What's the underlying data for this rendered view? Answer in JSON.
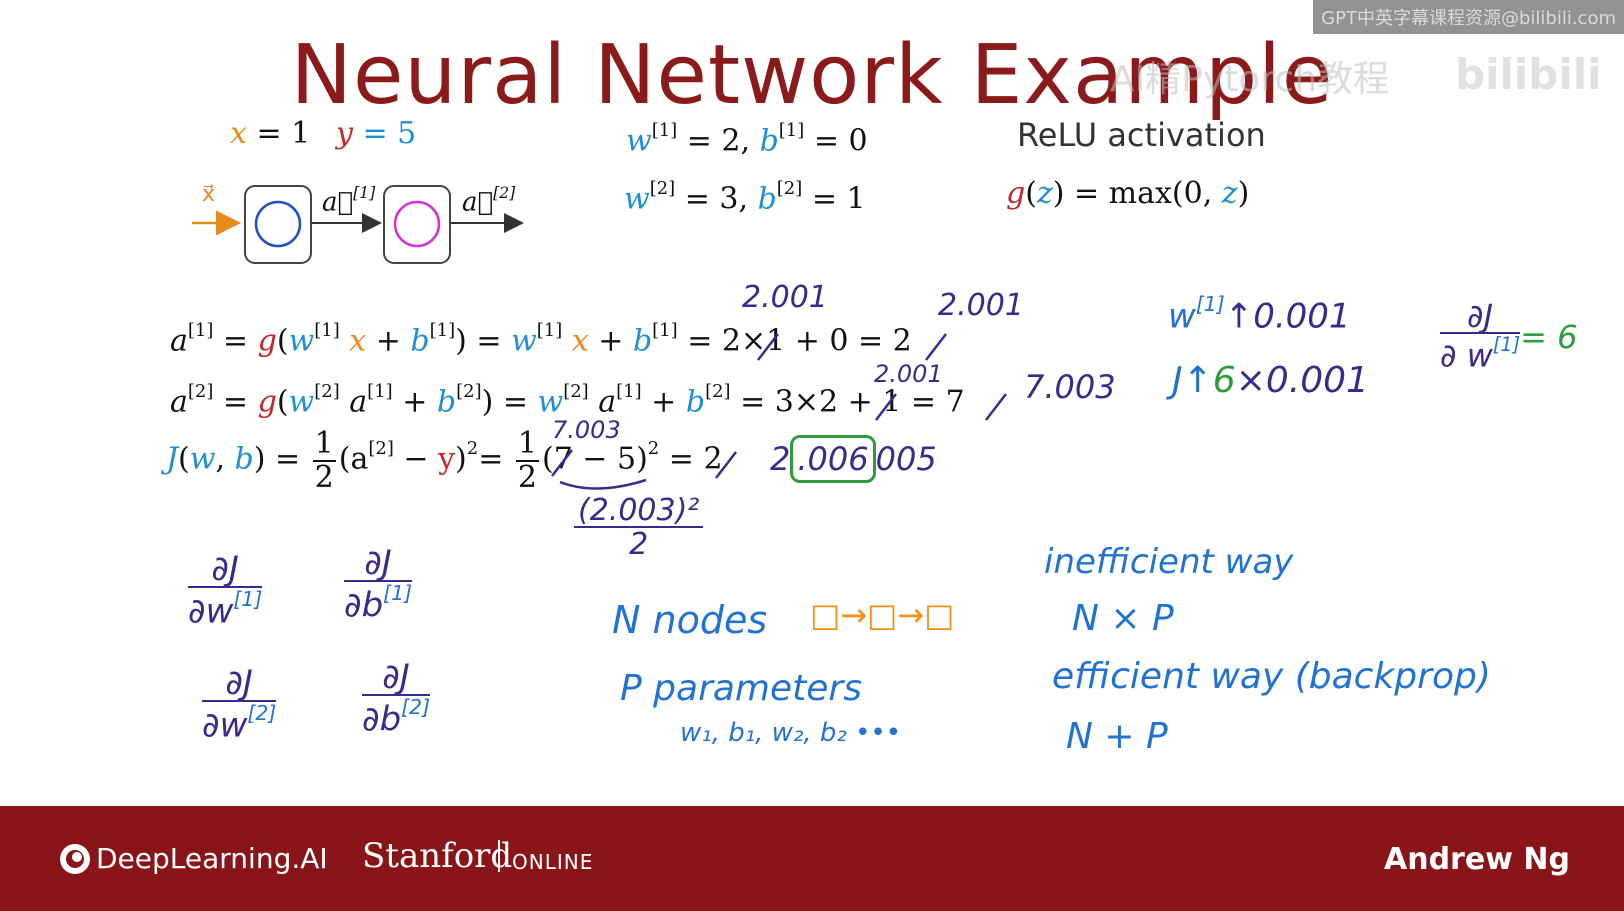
{
  "slide": {
    "title": "Neural Network Example",
    "watermark": "GPT中英字幕课程资源@bilibili.com",
    "watermark2": "AI精Pytorch教程",
    "watermark3": "bilibili"
  },
  "header_eqs": {
    "x_var": "x",
    "x_val": " = 1",
    "y_var": "y",
    "y_val": " = 5",
    "w1_sym": "w",
    "w1_sup": "[1]",
    "w1_eq": " = 2, ",
    "b1_sym": "b",
    "b1_sup": "[1]",
    "b1_eq": " = 0",
    "w2_sym": "w",
    "w2_sup": "[2]",
    "w2_eq": " = 3, ",
    "b2_sym": "b",
    "b2_sup": "[2]",
    "b2_eq": " = 1",
    "relu_label": "ReLU activation",
    "relu_g": "g",
    "relu_rest_open": "(",
    "relu_z": "z",
    "relu_mid": ") = max(0, ",
    "relu_z2": "z",
    "relu_close": ")"
  },
  "diagram": {
    "input_label": "x⃗",
    "a1_label": "a⃗",
    "a1_sup": "[1]",
    "a2_label": "a⃗",
    "a2_sup": "[2]",
    "colors": {
      "node1": "#1f4fc8",
      "node2": "#d633d1",
      "arrow_in": "#e8891c"
    }
  },
  "equations": {
    "l1": {
      "a": "a",
      "a_sup": "[1]",
      "eq": " = ",
      "g": "g",
      "open": "(",
      "w": "w",
      "w_sup": "[1]",
      "x": " x",
      "plus": " + ",
      "b": "b",
      "b_sup": "[1]",
      "close": ") = ",
      "w2": "w",
      "w2_sup": "[1]",
      "x2": " x",
      "plus2": " + ",
      "b2": "b",
      "b2_sup": "[1]",
      "tail": " = 2×1 + 0 = 2"
    },
    "l2": {
      "a": "a",
      "a_sup": "[2]",
      "eq": " = ",
      "g": "g",
      "open": "(",
      "w": "w",
      "w_sup": "[2]",
      "a1": " a",
      "a1_sup": "[1]",
      "plus": " + ",
      "b": "b",
      "b_sup": "[2]",
      "close": ") = ",
      "w2": "w",
      "w2_sup": "[2]",
      "a2": " a",
      "a2_sup": "[1]",
      "plus2": " + ",
      "b2": "b",
      "b2_sup": "[2]",
      "tail": " =  3×2 + 1 = 7"
    },
    "l3": {
      "J": "J",
      "args_open": "(",
      "w": "w",
      "comma": ", ",
      "b": "b",
      "args_close": ")",
      "eq": " = ",
      "frac_num": "1",
      "frac_den": "2",
      "paren": "(a",
      "paren_sup": "[2]",
      "minus": " − ",
      "y": "y",
      "sq": ")",
      "sq_sup": "2",
      "eq2": "= ",
      "frac2_num": "1",
      "frac2_den": "2",
      "expr": "(7 − 5)",
      "expr_sup": "2",
      "tail": " = 2"
    }
  },
  "handwritten": {
    "above_l1_a": "2.001",
    "above_l1_b": "2.001",
    "above_l2": "2.001",
    "right_l2": "7.003",
    "above_l3": "7.003",
    "result_l3_a": "2",
    "result_l3_boxed": ".006",
    "result_l3_b": "005",
    "below_frac_num": "(2.003)²",
    "below_frac_den": "2",
    "w_up": "w",
    "w_up_sup": "[1]",
    "w_up_arrow": "↑",
    "w_up_val": "0.001",
    "j_up": "J↑",
    "j_up_six": "6",
    "j_up_rest": "×0.001",
    "deriv_num": "∂J",
    "deriv_den": "∂ w",
    "deriv_den_sup": "[1]",
    "deriv_eq": "= 6",
    "dJ_dw1_num": "∂J",
    "dJ_dw1_den": "∂w",
    "dJ_dw1_sup": "[1]",
    "dJ_db1_num": "∂J",
    "dJ_db1_den": "∂b",
    "dJ_db1_sup": "[1]",
    "dJ_dw2_num": "∂J",
    "dJ_dw2_den": "∂w",
    "dJ_dw2_sup": "[2]",
    "dJ_db2_num": "∂J",
    "dJ_db2_den": "∂b",
    "dJ_db2_sup": "[2]",
    "n_nodes": "N nodes",
    "nodes_chain": "□→□→□",
    "p_params": "P parameters",
    "params_list": "w₁, b₁, w₂, b₂ •••",
    "inefficient": "inefficient way",
    "n_times_p": "N × P",
    "efficient": "efficient way (backprop)",
    "n_plus_p": "N + P"
  },
  "footer": {
    "brand": "DeepLearning.AI",
    "stanford": "Stanford",
    "online": "ONLINE",
    "presenter": "Andrew Ng"
  }
}
